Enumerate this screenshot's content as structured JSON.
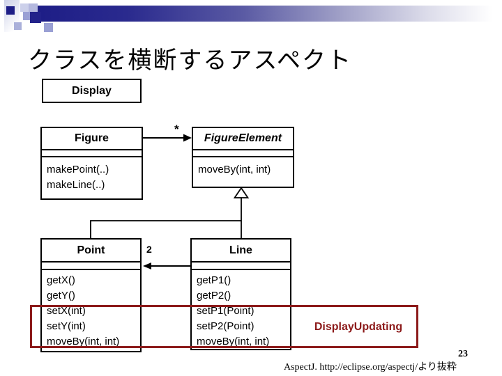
{
  "title": "クラスを横断するアスペクト",
  "diagram": {
    "display_box": {
      "name": "Display"
    },
    "figure_box": {
      "name": "Figure",
      "methods": [
        "makePoint(..)",
        "makeLine(..)"
      ]
    },
    "figure_element_box": {
      "name": "FigureElement",
      "methods": [
        "moveBy(int, int)"
      ]
    },
    "point_box": {
      "name": "Point",
      "methods": [
        "getX()",
        "getY()",
        "setX(int)",
        "setY(int)",
        "moveBy(int, int)"
      ]
    },
    "line_box": {
      "name": "Line",
      "methods": [
        "getP1()",
        "getP2()",
        "setP1(Point)",
        "setP2(Point)",
        "moveBy(int, int)"
      ]
    },
    "association_multiplicity": "*",
    "line_point_multiplicity": "2",
    "aspect_label": "DisplayUpdating"
  },
  "footer": {
    "source": "AspectJ. http://eclipse.org/aspectj/より抜粋",
    "page_number": "23"
  },
  "colors": {
    "navy": "#1d1d86",
    "dark_red": "#8c1a1a"
  }
}
